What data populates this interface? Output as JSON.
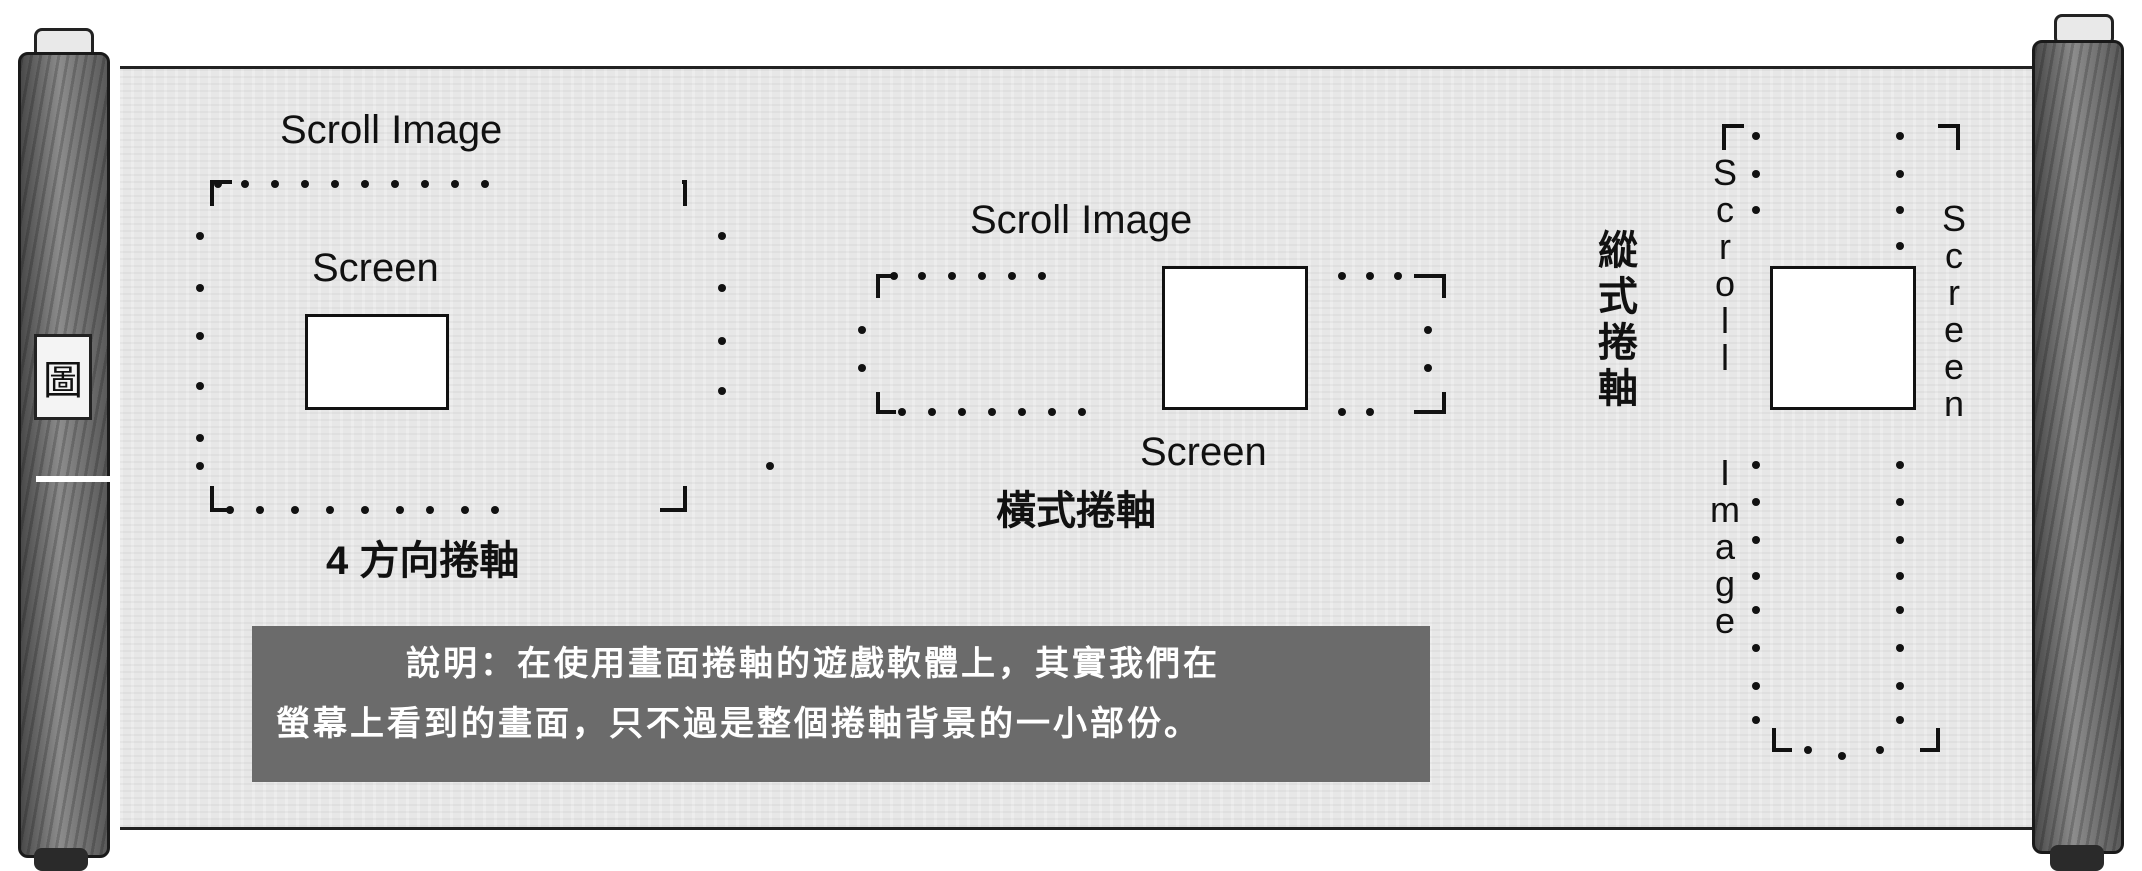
{
  "scroll_frame": {
    "rod_label": "圖",
    "caption_text_line1": "說明：在使用畫面捲軸的遊戲軟體上，其實我們在",
    "caption_text_line2": "螢幕上看到的畫面，只不過是整個捲軸背景的一小部份。"
  },
  "diagram_four_way": {
    "scroll_label": "Scroll Image",
    "screen_label": "Screen",
    "title": "4 方向捲軸"
  },
  "diagram_horizontal": {
    "scroll_label": "Scroll Image",
    "screen_label": "Screen",
    "title": "橫式捲軸"
  },
  "diagram_vertical": {
    "scroll_label_chars": [
      "S",
      "c",
      "r",
      "o",
      "l",
      "l",
      "I",
      "m",
      "a",
      "g",
      "e"
    ],
    "screen_label_chars": [
      "S",
      "c",
      "r",
      "e",
      "e",
      "n"
    ],
    "title_chars": [
      "縱",
      "式",
      "捲",
      "軸"
    ]
  }
}
